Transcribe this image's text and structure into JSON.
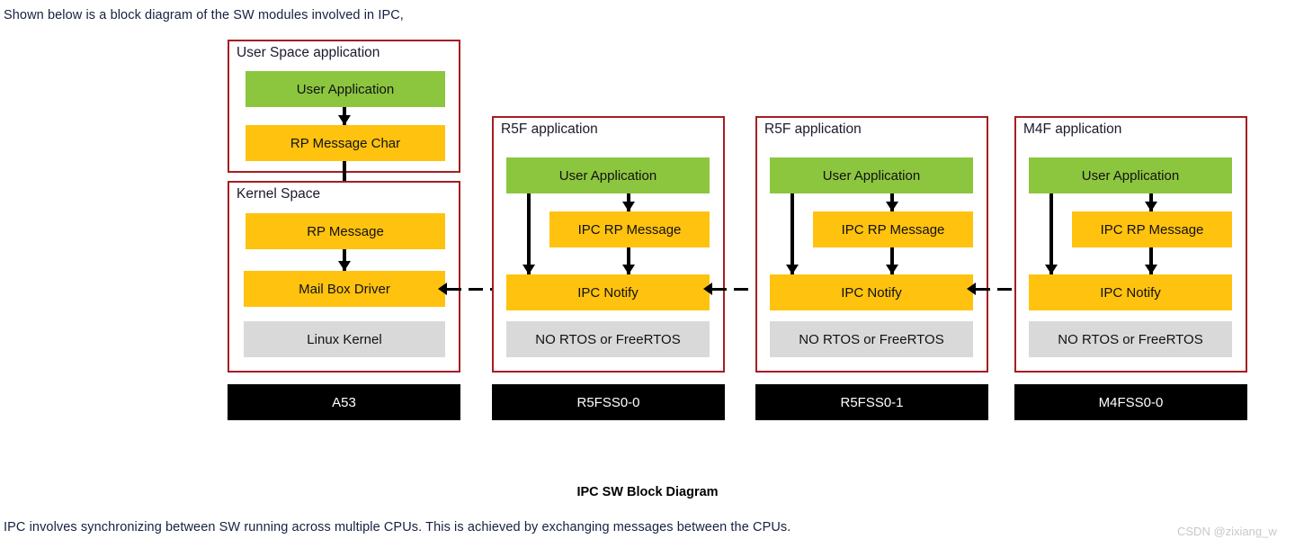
{
  "intro_text": "Shown below is a block diagram of the SW modules involved in IPC,",
  "caption": "IPC SW Block Diagram",
  "footer_text": "IPC involves synchronizing between SW running across multiple CPUs. This is achieved by exchanging messages between the CPUs.",
  "watermark": "CSDN @zixiang_w",
  "colors": {
    "border": "#A41E22",
    "green": "#8CC63F",
    "orange": "#FFC20E",
    "gray": "#D9D9D9",
    "cpu_bar": "#000000",
    "text": "#111111"
  },
  "columns": [
    {
      "cpu_label": "A53",
      "groups": [
        {
          "title": "User Space application",
          "blocks": [
            {
              "label": "User Application",
              "style": "green"
            },
            {
              "label": "RP Message Char",
              "style": "orange"
            }
          ]
        },
        {
          "title": "Kernel Space",
          "blocks": [
            {
              "label": "RP Message",
              "style": "orange"
            },
            {
              "label": "Mail Box Driver",
              "style": "orange"
            },
            {
              "label": "Linux Kernel",
              "style": "gray"
            }
          ]
        }
      ]
    },
    {
      "cpu_label": "R5FSS0-0",
      "groups": [
        {
          "title": "R5F application",
          "blocks": [
            {
              "label": "User Application",
              "style": "green"
            },
            {
              "label": "IPC RP Message",
              "style": "orange"
            },
            {
              "label": "IPC Notify",
              "style": "orange"
            },
            {
              "label": "NO RTOS or FreeRTOS",
              "style": "gray"
            }
          ]
        }
      ]
    },
    {
      "cpu_label": "R5FSS0-1",
      "groups": [
        {
          "title": "R5F application",
          "blocks": [
            {
              "label": "User Application",
              "style": "green"
            },
            {
              "label": "IPC RP Message",
              "style": "orange"
            },
            {
              "label": "IPC Notify",
              "style": "orange"
            },
            {
              "label": "NO RTOS or FreeRTOS",
              "style": "gray"
            }
          ]
        }
      ]
    },
    {
      "cpu_label": "M4FSS0-0",
      "groups": [
        {
          "title": "M4F application",
          "blocks": [
            {
              "label": "User Application",
              "style": "green"
            },
            {
              "label": "IPC RP Message",
              "style": "orange"
            },
            {
              "label": "IPC Notify",
              "style": "orange"
            },
            {
              "label": "NO RTOS or FreeRTOS",
              "style": "gray"
            }
          ]
        }
      ]
    }
  ]
}
